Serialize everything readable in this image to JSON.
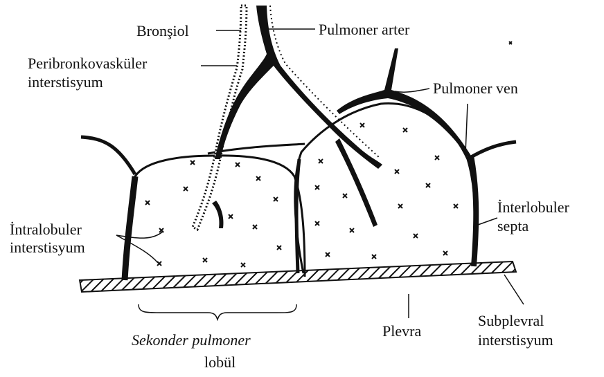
{
  "labels": {
    "bronsiol": "Bronşiol",
    "pulmoner_arter": "Pulmoner arter",
    "peribronko_1": "Peribronkovasküler",
    "peribronko_2": "interstisyum",
    "pulmoner_ven": "Pulmoner ven",
    "interlobuler_1": "İnterlobuler",
    "interlobuler_2": "septa",
    "intralobuler_1": "İntralobuler",
    "intralobuler_2": "interstisyum",
    "sekonder_1": "Sekonder pulmoner",
    "sekonder_2": "lobül",
    "plevra": "Plevra",
    "subplevral_1": "Subplevral",
    "subplevral_2": "interstisyum"
  }
}
